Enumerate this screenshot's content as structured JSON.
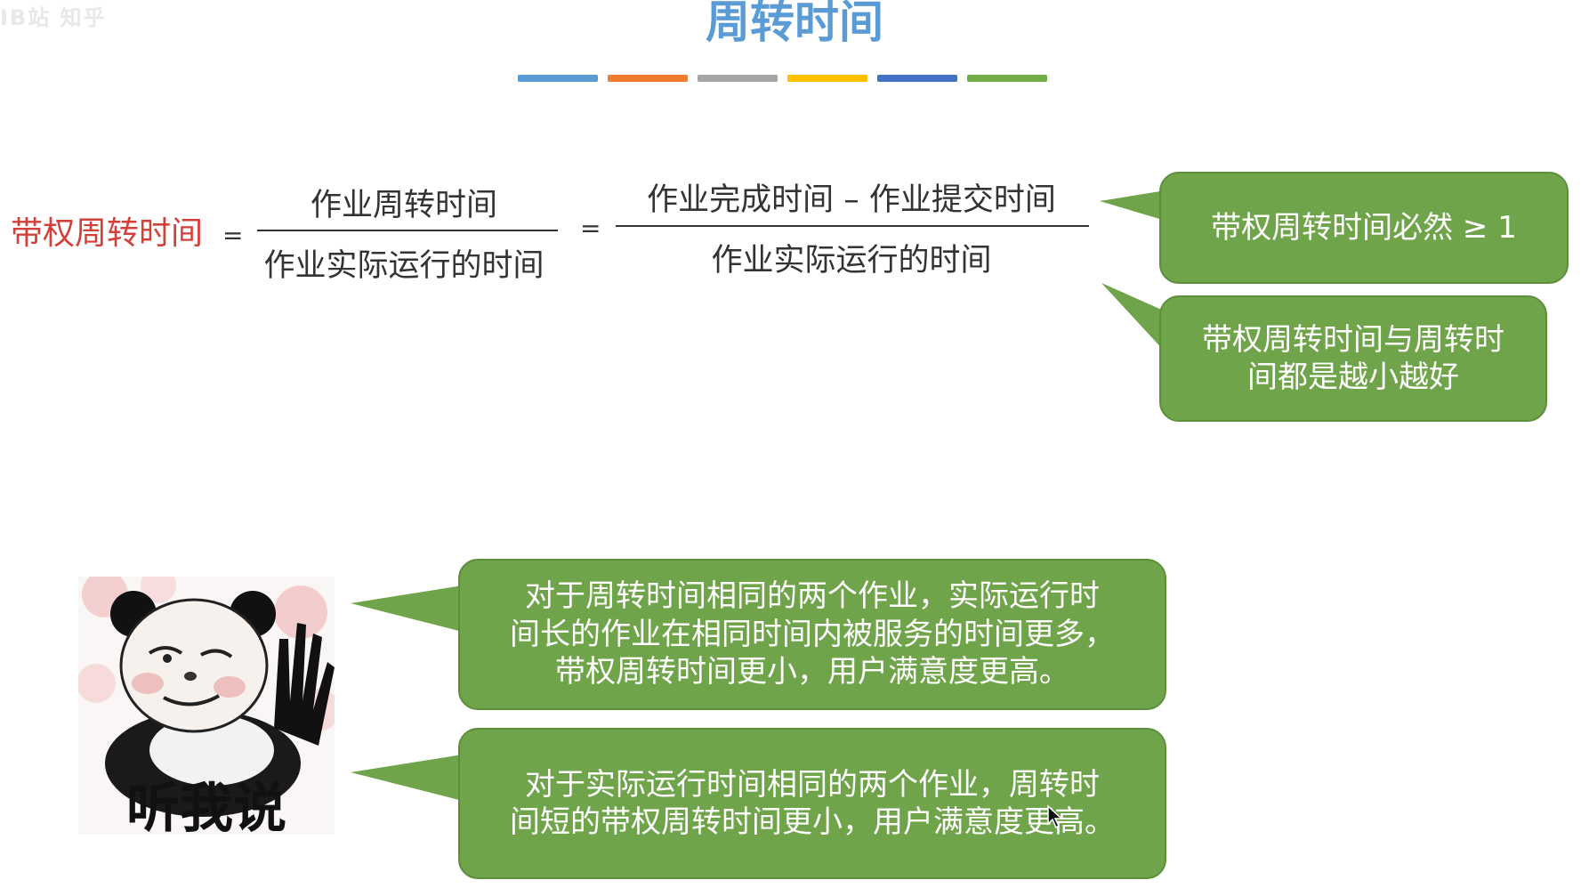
{
  "watermark": "IB站 知乎",
  "title": "周转时间",
  "divider_colors": [
    "#5b9bd5",
    "#ed7d31",
    "#a5a5a5",
    "#ffc000",
    "#4472c4",
    "#70ad47"
  ],
  "formula": {
    "label": "带权周转时间",
    "equals": "=",
    "frac1": {
      "numerator": "作业周转时间",
      "denominator": "作业实际运行的时间"
    },
    "frac2": {
      "numerator": "作业完成时间 – 作业提交时间",
      "denominator": "作业实际运行的时间"
    }
  },
  "bubbles": {
    "b1": "带权周转时间必然 ≥ 1",
    "b2": {
      "line1": "带权周转时间与周转时",
      "line2": "间都是越小越好"
    },
    "b3": {
      "line1": "对于周转时间相同的两个作业，实际运行时",
      "line2": "间长的作业在相同时间内被服务的时间更多，",
      "line3": "带权周转时间更小，用户满意度更高。"
    },
    "b4": {
      "line1": "对于实际运行时间相同的两个作业，周转时",
      "line2": "间短的带权周转时间更小，用户满意度更高。"
    }
  },
  "meme": {
    "caption": "听我说"
  },
  "colors": {
    "title": "#5b9bd5",
    "label_red": "#d43f3a",
    "bubble_green": "#70a44a"
  },
  "icons": [
    "panda-meme-icon",
    "mouse-cursor-icon"
  ]
}
